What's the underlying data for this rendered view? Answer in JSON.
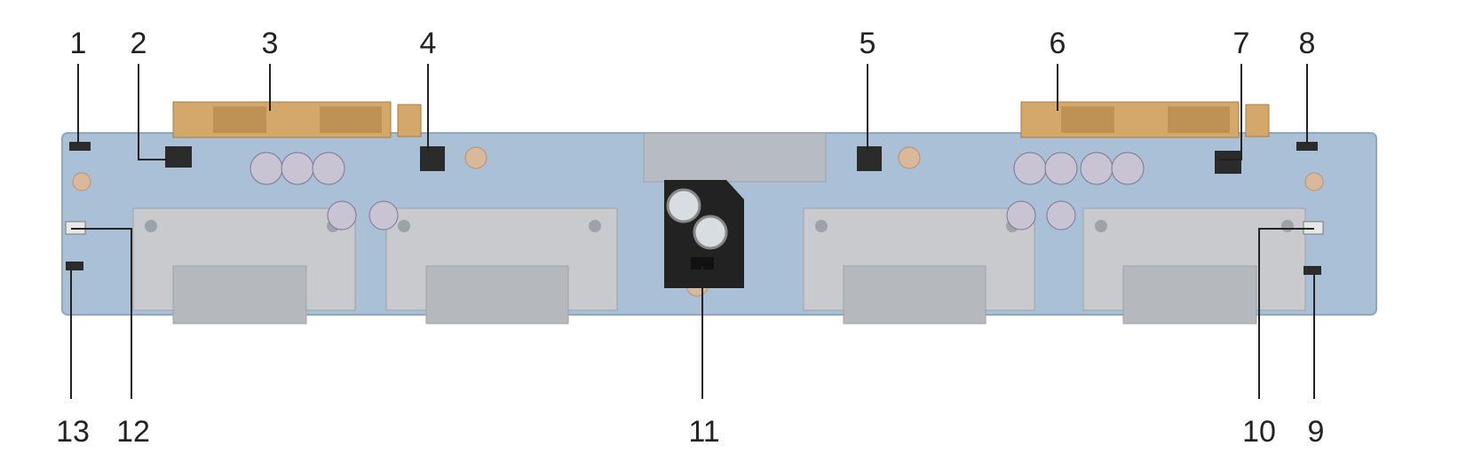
{
  "callouts_top": [
    "1",
    "2",
    "3",
    "4",
    "5",
    "6",
    "7",
    "8"
  ],
  "callouts_bottom": [
    "13",
    "12",
    "11",
    "10",
    "9"
  ],
  "colors": {
    "board": "#a9c0d6",
    "board_dark": "#8ea8c0",
    "gold": "#d4a86a",
    "gold_dark": "#a87b3e",
    "heatsink": "#c8cacd",
    "heatsink_dark": "#9ea2a6",
    "connector": "#2b2b2b",
    "capacitor": "#c9c4d4",
    "leader": "#222222"
  }
}
